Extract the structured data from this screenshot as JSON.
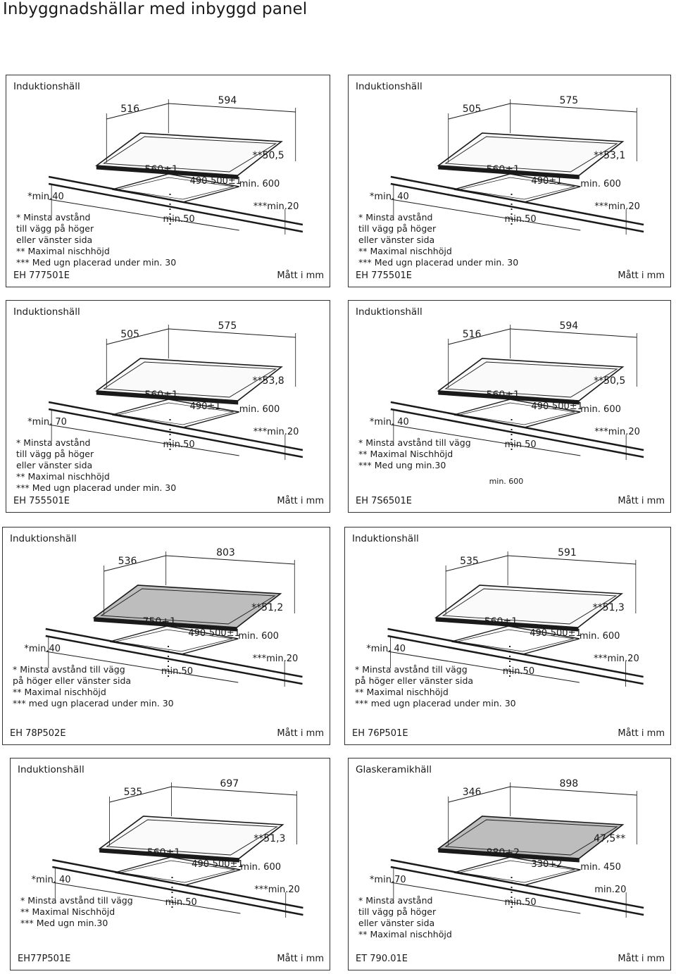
{
  "page": {
    "title": "Inbyggnadshällar med inbyggd panel"
  },
  "panels": [
    {
      "title": "Induktionshäll",
      "model": "EH 777501E",
      "unit": "Mått i mm",
      "dims": {
        "d1": "516",
        "d2": "594",
        "h": "**50,5",
        "cut": "560±1",
        "cutw": "490-500±1",
        "back": "min. 600",
        "side": "*min.40",
        "front": "min.50",
        "rear": "***min.20"
      },
      "notes": [
        "* Minsta avstånd",
        "till vägg på höger",
        "eller vänster sida",
        "** Maximal nischhöjd",
        "*** Med ugn placerad under min. 30"
      ]
    },
    {
      "title": "Induktionshäll",
      "model": "EH 775501E",
      "unit": "Mått i mm",
      "dims": {
        "d1": "505",
        "d2": "575",
        "h": "**53,1",
        "cut": "560±1",
        "cutw": "490±1",
        "back": "min. 600",
        "side": "*min. 40",
        "front": "min.50",
        "rear": "***min.20"
      },
      "notes": [
        "* Minsta avstånd",
        "till vägg på höger",
        "eller vänster sida",
        "** Maximal nischhöjd",
        "*** Med ugn placerad under min. 30"
      ]
    },
    {
      "title": "Induktionshäll",
      "model": "EH 755501E",
      "unit": "Mått i mm",
      "dims": {
        "d1": "505",
        "d2": "575",
        "h": "**53,8",
        "cut": "560±1",
        "cutw": "490±1",
        "back": "min. 600",
        "side": "*min. 70",
        "front": "min.50",
        "rear": "***min.20"
      },
      "notes": [
        "* Minsta avstånd",
        "till vägg på höger",
        "eller vänster sida",
        "** Maximal nischhöjd",
        "*** Med ugn placerad under min. 30"
      ]
    },
    {
      "title": "Induktionshäll",
      "model": "EH 7S6501E",
      "unit": "Mått i mm",
      "dims": {
        "d1": "516",
        "d2": "594",
        "h": "**50,5",
        "cut": "560±1",
        "cutw": "490-500±1",
        "back": "min. 600",
        "side": "*min. 40",
        "front": "min 50",
        "rear": "***min.20",
        "niche": "min. 600"
      },
      "notes": [
        "*    Minsta avstånd till vägg",
        "**   Maximal Nischhöjd",
        "***  Med ung min.30"
      ]
    },
    {
      "title": "Induktionshäll",
      "model": "EH 78P502E",
      "unit": "Mått i mm",
      "dims": {
        "d1": "536",
        "d2": "803",
        "h": "**51,2",
        "cut": "750+1",
        "cutw": "490-500±1",
        "back": "min. 600",
        "side": "*min.40",
        "front": "min.50",
        "rear": "***min.20"
      },
      "notes": [
        "* Minsta avstånd till vägg",
        "på höger eller vänster sida",
        "** Maximal nischhöjd",
        "*** med ugn placerad under min. 30"
      ]
    },
    {
      "title": "Induktionshäll",
      "model": "EH 76P501E",
      "unit": "Mått i mm",
      "dims": {
        "d1": "535",
        "d2": "591",
        "h": "**51,3",
        "cut": "560±1",
        "cutw": "490-500±1",
        "back": "min. 600",
        "side": "*min. 40",
        "front": "min.50",
        "rear": "***min.20"
      },
      "notes": [
        "* Minsta avstånd till vägg",
        "på höger eller vänster sida",
        "** Maximal nischhöjd",
        "*** med ugn placerad under min. 30"
      ]
    },
    {
      "title": "Induktionshäll",
      "model": "EH77P501E",
      "unit": "Mått i mm",
      "dims": {
        "d1": "535",
        "d2": "697",
        "h": "**51,3",
        "cut": "560±1",
        "cutw": "490-500±1",
        "back": "min. 600",
        "side": "*min. 40",
        "front": "min.50",
        "rear": "***min.20"
      },
      "notes": [
        "* Minsta avstånd till vägg",
        "**   Maximal Nischhöjd",
        "***  Med ugn min.30"
      ]
    },
    {
      "title": "Glaskeramikhäll",
      "model": "ET 790.01E",
      "unit": "Mått i mm",
      "dims": {
        "d1": "346",
        "d2": "898",
        "h": "47,5**",
        "cut": "880+2",
        "cutw": "330+2",
        "back": "min. 450",
        "side": "*min.70",
        "front": "min.50",
        "rear": "min.20"
      },
      "notes": [
        "* Minsta avstånd",
        "till vägg på höger",
        "eller vänster sida",
        "** Maximal nischhöjd"
      ]
    }
  ]
}
